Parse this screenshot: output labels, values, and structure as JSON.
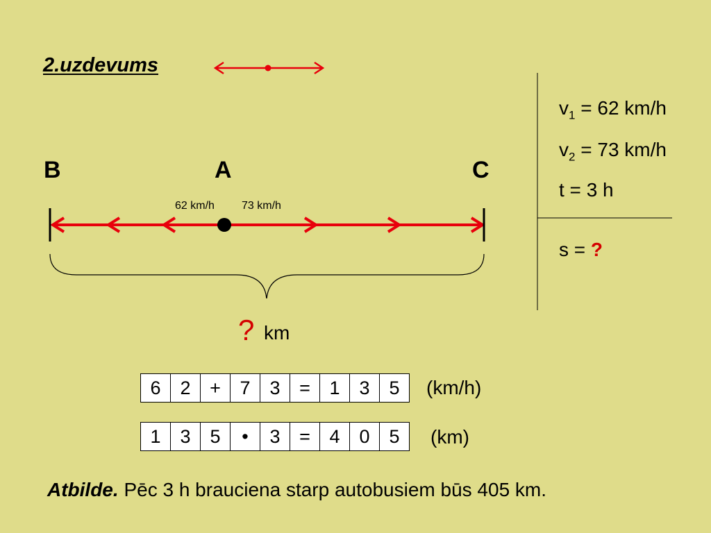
{
  "task_title": "2.uzdevums",
  "points": {
    "b": "B",
    "a": "A",
    "c": "C"
  },
  "speed_labels": {
    "left": "62 km/h",
    "right": "73 km/h"
  },
  "given": {
    "v1_symbol": "v",
    "v1_sub": "1",
    "v1_value": " = 62 km/h",
    "v2_symbol": "v",
    "v2_sub": "2",
    "v2_value": " = 73 km/h",
    "t_text": "t = 3 h",
    "s_text": "s = ",
    "s_question": "?"
  },
  "distance": {
    "question": "?",
    "unit": "km"
  },
  "equation1": {
    "cells": [
      "6",
      "2",
      "+",
      "7",
      "3",
      "=",
      "1",
      "3",
      "5"
    ],
    "unit": "(km/h)"
  },
  "equation2": {
    "cells": [
      "1",
      "3",
      "5",
      "•",
      "3",
      "=",
      "4",
      "0",
      "5"
    ],
    "unit": "(km)"
  },
  "answer": {
    "label": "Atbilde.",
    "text": " Pēc 3 h brauciena starp autobusiem būs 405 km."
  },
  "colors": {
    "background": "#dfdc8a",
    "arrow": "#e8000b",
    "question": "#d40000"
  }
}
